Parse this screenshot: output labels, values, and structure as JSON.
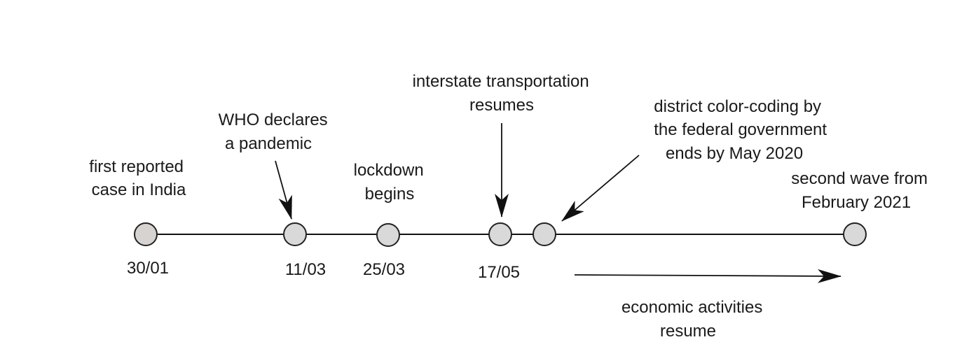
{
  "timeline": {
    "events": [
      {
        "id": "first-case",
        "date": "30/01",
        "label_lines": [
          "first reported",
          "case in India"
        ],
        "node_color": "#d6d3d0"
      },
      {
        "id": "who-pandemic",
        "date": "11/03",
        "label_lines": [
          "WHO declares",
          "a pandemic"
        ],
        "node_color": "#d9d9d9"
      },
      {
        "id": "lockdown",
        "date": "25/03",
        "label_lines": [
          "lockdown",
          "begins"
        ],
        "node_color": "#d9d9d9"
      },
      {
        "id": "interstate-transport",
        "date": "17/05",
        "label_lines": [
          "interstate transportation",
          "resumes"
        ],
        "node_color": "#d9d9d9"
      },
      {
        "id": "color-coding-ends",
        "date": "",
        "label_lines": [
          "district color-coding by",
          "the federal government",
          "ends by May 2020"
        ],
        "node_color": "#d9d9d9"
      },
      {
        "id": "second-wave",
        "date": "",
        "label_lines": [
          "second wave from",
          "February 2021"
        ],
        "node_color": "#d9d9d9"
      }
    ],
    "economic_activities": {
      "label_lines": [
        "economic activities",
        "resume"
      ]
    }
  },
  "colors": {
    "line": "#111111",
    "node_stroke": "#222222",
    "text": "#1a1a1a"
  }
}
